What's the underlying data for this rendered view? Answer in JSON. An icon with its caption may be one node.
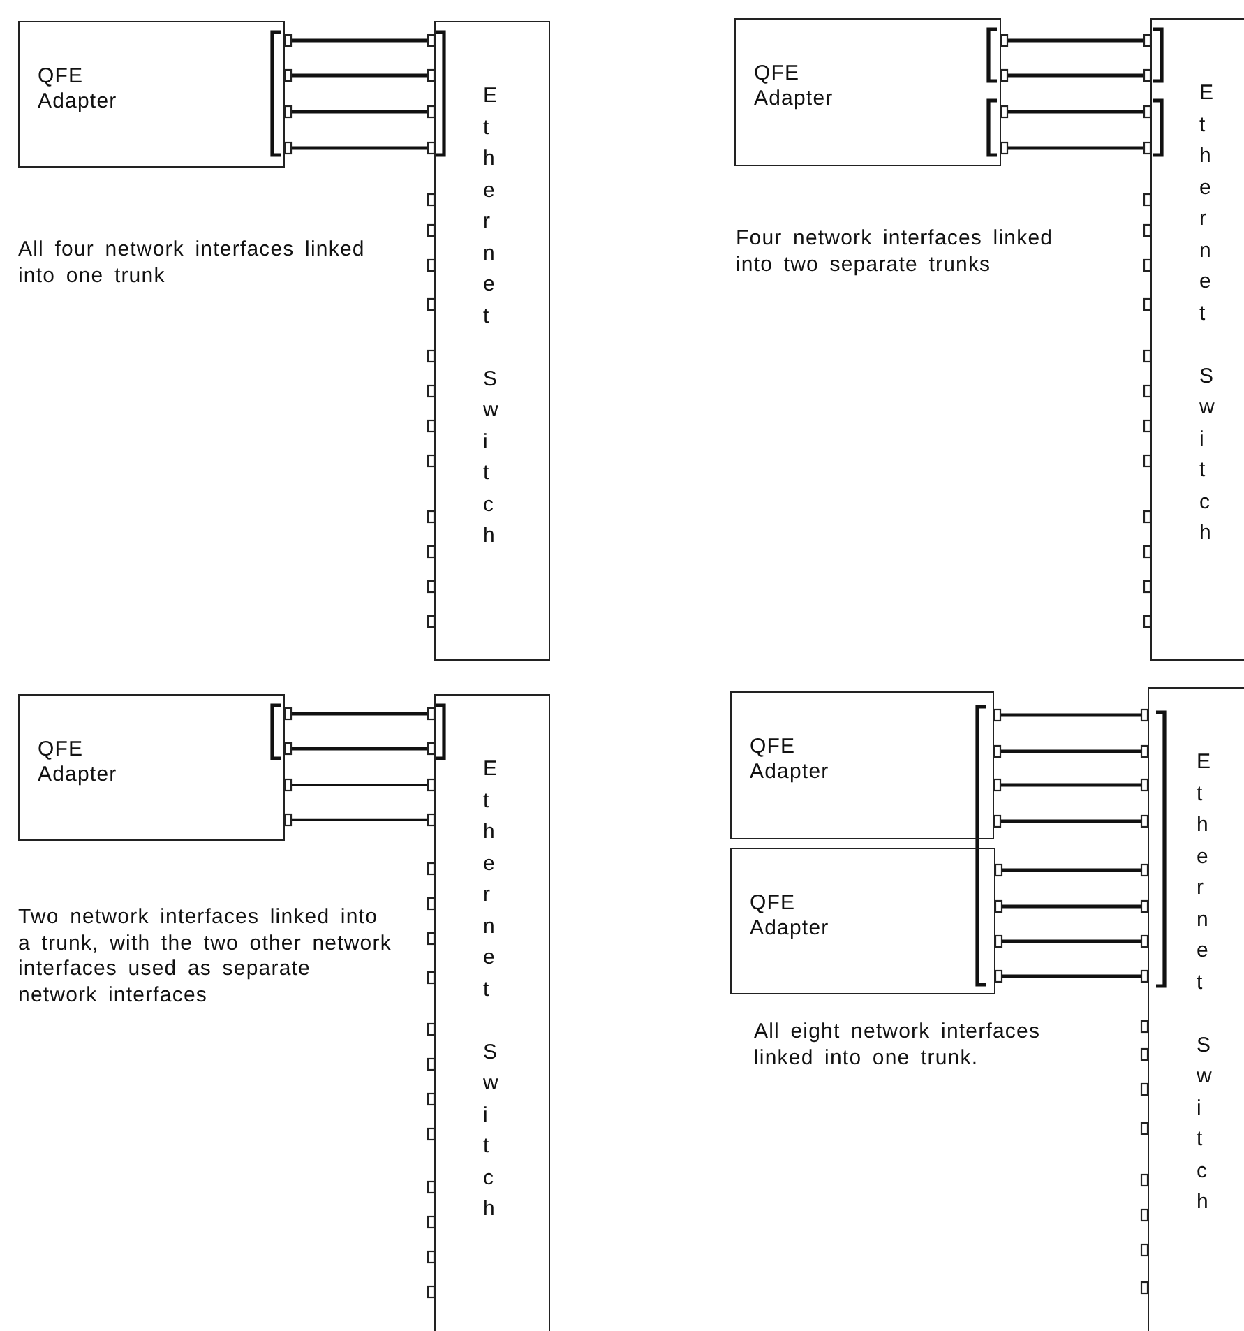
{
  "diagram": {
    "nodes": [
      {
        "text": [
          "QFE Adapter"
        ]
      },
      {
        "text": [
          "Ethernet Switch"
        ]
      },
      {
        "text": [
          "QFE Adapter"
        ]
      },
      {
        "text": [
          "Ethernet Switch"
        ]
      },
      {
        "text": [
          "QFE Adapter"
        ]
      },
      {
        "text": [
          "Ethernet Switch"
        ]
      },
      {
        "text": [
          "QFE Adapter"
        ]
      },
      {
        "text": [
          "QFE Adapter"
        ]
      },
      {
        "text": [
          "Ethernet Switch"
        ]
      }
    ],
    "edges": [
      {
        "from": 0,
        "to": 1,
        "arrow": "none"
      },
      {
        "from": 0,
        "to": 1,
        "arrow": "none"
      },
      {
        "from": 0,
        "to": 1,
        "arrow": "none"
      },
      {
        "from": 0,
        "to": 1,
        "arrow": "none"
      },
      {
        "from": 2,
        "to": 3,
        "arrow": "none"
      },
      {
        "from": 2,
        "to": 3,
        "arrow": "none"
      },
      {
        "from": 2,
        "to": 3,
        "arrow": "none"
      },
      {
        "from": 2,
        "to": 3,
        "arrow": "none"
      },
      {
        "from": 4,
        "to": 5,
        "arrow": "none"
      },
      {
        "from": 4,
        "to": 5,
        "arrow": "none"
      },
      {
        "from": 4,
        "to": 5,
        "arrow": "none"
      },
      {
        "from": 4,
        "to": 5,
        "arrow": "none"
      },
      {
        "from": 6,
        "to": 8,
        "arrow": "none"
      },
      {
        "from": 6,
        "to": 8,
        "arrow": "none"
      },
      {
        "from": 6,
        "to": 8,
        "arrow": "none"
      },
      {
        "from": 6,
        "to": 8,
        "arrow": "none"
      },
      {
        "from": 7,
        "to": 8,
        "arrow": "none"
      },
      {
        "from": 7,
        "to": 8,
        "arrow": "none"
      },
      {
        "from": 7,
        "to": 8,
        "arrow": "none"
      },
      {
        "from": 7,
        "to": 8,
        "arrow": "none"
      }
    ],
    "labels": [
      "All four network interfaces linked into one trunk",
      "Four network interfaces linked into two separate trunks",
      "Two network interfaces linked into a trunk, with the two other network interfaces used as separate network interfaces",
      "All eight network interfaces linked into one trunk."
    ]
  }
}
